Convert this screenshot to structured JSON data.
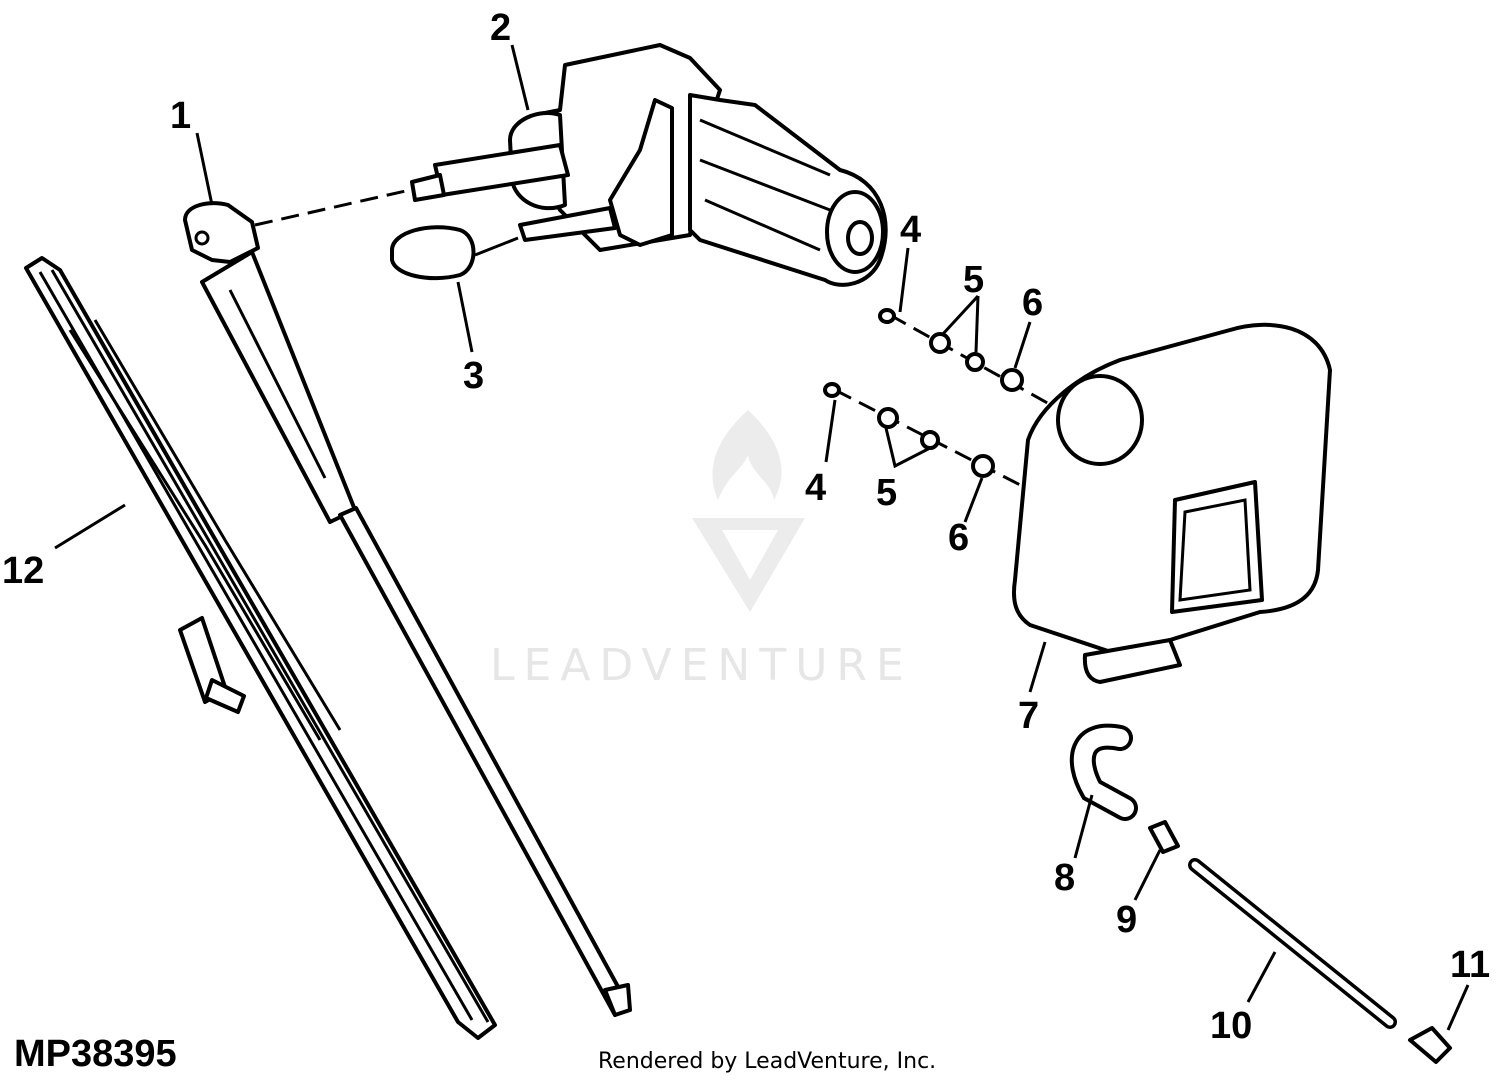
{
  "diagram": {
    "figure_id": "MP38395",
    "credit": "Rendered by LeadVenture, Inc.",
    "watermark": "LEADVENTURE",
    "callouts": [
      "1",
      "2",
      "3",
      "4",
      "5",
      "6",
      "4",
      "5",
      "6",
      "7",
      "8",
      "9",
      "10",
      "11",
      "12"
    ]
  }
}
